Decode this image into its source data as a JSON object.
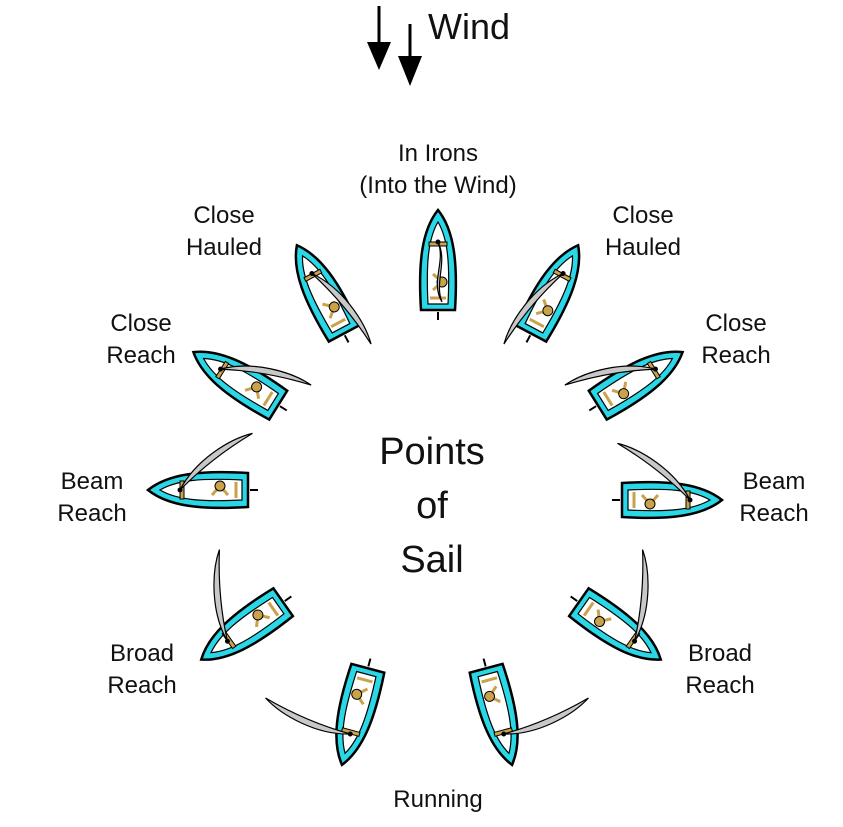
{
  "wind": {
    "label": "Wind",
    "icon": "wind-arrows-icon"
  },
  "title": {
    "line1": "Points",
    "line2": "of",
    "line3": "Sail"
  },
  "labels": {
    "in_irons": {
      "line1": "In Irons",
      "line2": "(Into the Wind)"
    },
    "close_hauled_left": {
      "line1": "Close",
      "line2": "Hauled"
    },
    "close_hauled_right": {
      "line1": "Close",
      "line2": "Hauled"
    },
    "close_reach_left": {
      "line1": "Close",
      "line2": "Reach"
    },
    "close_reach_right": {
      "line1": "Close",
      "line2": "Reach"
    },
    "beam_reach_left": {
      "line1": "Beam",
      "line2": "Reach"
    },
    "beam_reach_right": {
      "line1": "Beam",
      "line2": "Reach"
    },
    "broad_reach_left": {
      "line1": "Broad",
      "line2": "Reach"
    },
    "broad_reach_right": {
      "line1": "Broad",
      "line2": "Reach"
    },
    "running": {
      "line1": "Running"
    }
  },
  "colors": {
    "hull": "#29d7e6",
    "deck": "#ffffff",
    "crew": "#c9a24a",
    "sail": "#c8c8c8",
    "outline": "#000000"
  }
}
